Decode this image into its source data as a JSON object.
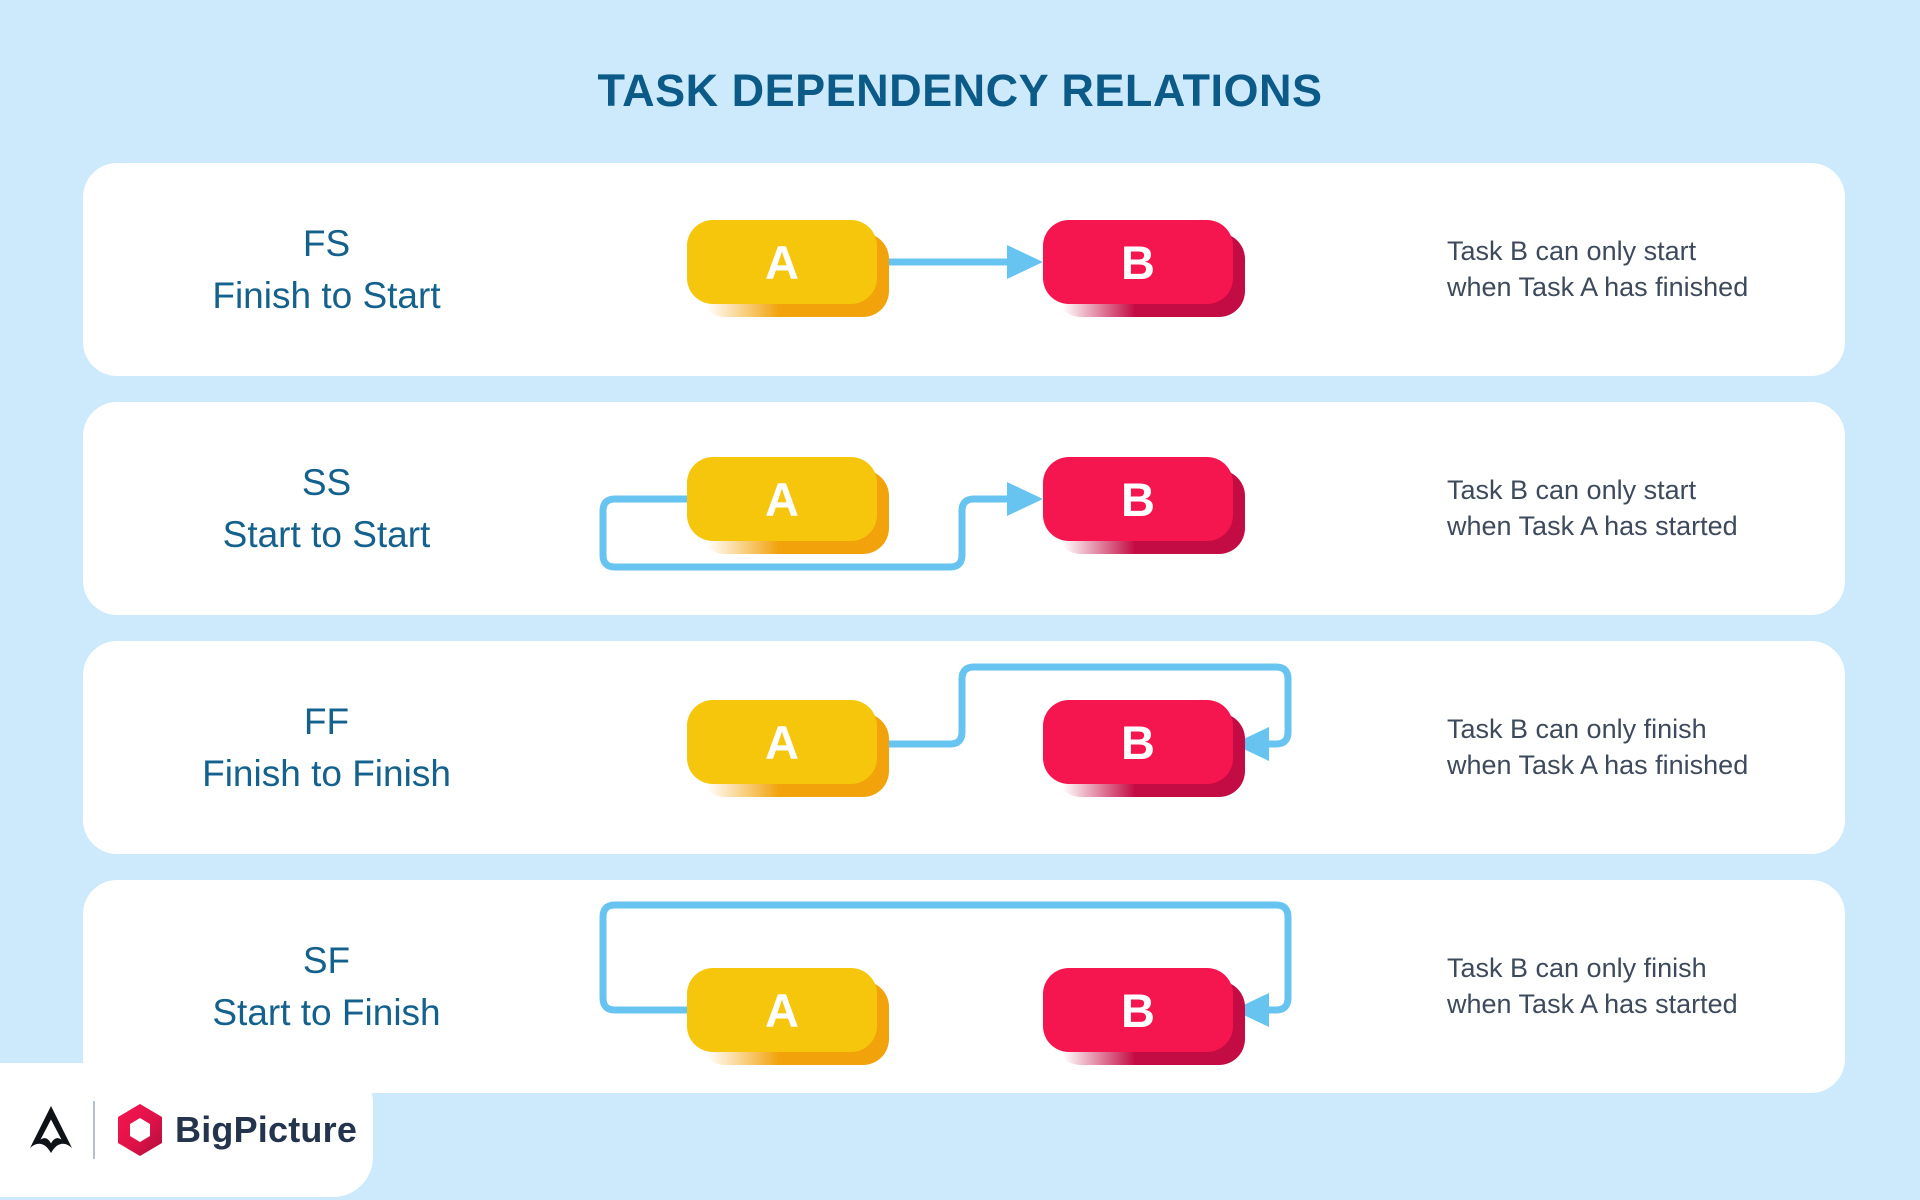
{
  "title": "TASK DEPENDENCY RELATIONS",
  "rows": [
    {
      "abbr": "FS",
      "name": "Finish to Start",
      "task_a": "A",
      "task_b": "B",
      "desc_line1": "Task B can only start",
      "desc_line2": "when Task A has finished"
    },
    {
      "abbr": "SS",
      "name": "Start to Start",
      "task_a": "A",
      "task_b": "B",
      "desc_line1": "Task B can only start",
      "desc_line2": "when Task A has started"
    },
    {
      "abbr": "FF",
      "name": "Finish to Finish",
      "task_a": "A",
      "task_b": "B",
      "desc_line1": "Task B can only finish",
      "desc_line2": "when Task A has finished"
    },
    {
      "abbr": "SF",
      "name": "Start to Finish",
      "task_a": "A",
      "task_b": "B",
      "desc_line1": "Task B can only finish",
      "desc_line2": "when Task A has started"
    }
  ],
  "footer": {
    "brand": "BigPicture"
  },
  "colors": {
    "background": "#cdeafc",
    "card": "#ffffff",
    "title": "#0b5a88",
    "label": "#13618c",
    "description": "#3d4a5c",
    "task_a_fill": "#f5c60b",
    "task_a_shadow": "#f2a30b",
    "task_b_fill": "#f6164f",
    "task_b_shadow": "#c40c44",
    "connector": "#67c4f0",
    "brand_text": "#24344d"
  }
}
